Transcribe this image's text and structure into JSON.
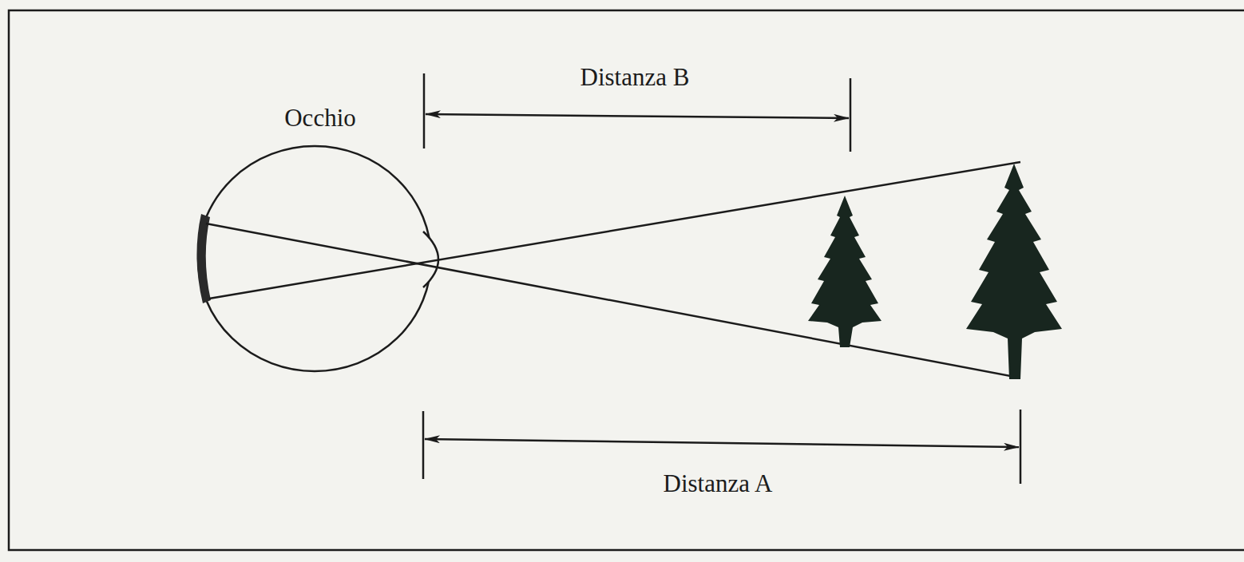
{
  "diagram": {
    "labels": [
      "Occhio",
      "Distanza B",
      "Distanza A"
    ]
  }
}
